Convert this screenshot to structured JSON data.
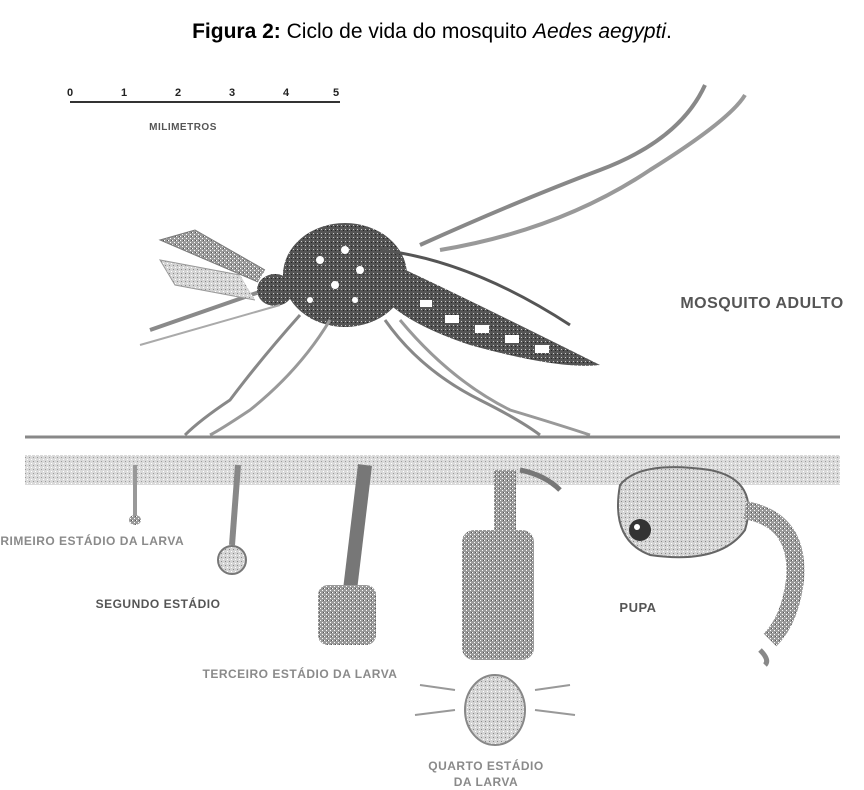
{
  "caption": {
    "prefix": "Figura 2:",
    "text": " Ciclo de vida do mosquito ",
    "species": "Aedes aegypti",
    "suffix": "."
  },
  "scale": {
    "ticks": [
      "0",
      "1",
      "2",
      "3",
      "4",
      "5"
    ],
    "unit_label": "MILIMETROS"
  },
  "labels": {
    "adult": "MOSQUITO ADULTO",
    "first_instar": "PRIMEIRO ESTÁDIO DA LARVA",
    "second_instar": "SEGUNDO ESTÁDIO",
    "third_instar": "TERCEIRO ESTÁDIO DA LARVA",
    "fourth_instar_line1": "QUARTO ESTÁDIO",
    "fourth_instar_line2": "DA LARVA",
    "pupa": "PUPA"
  }
}
